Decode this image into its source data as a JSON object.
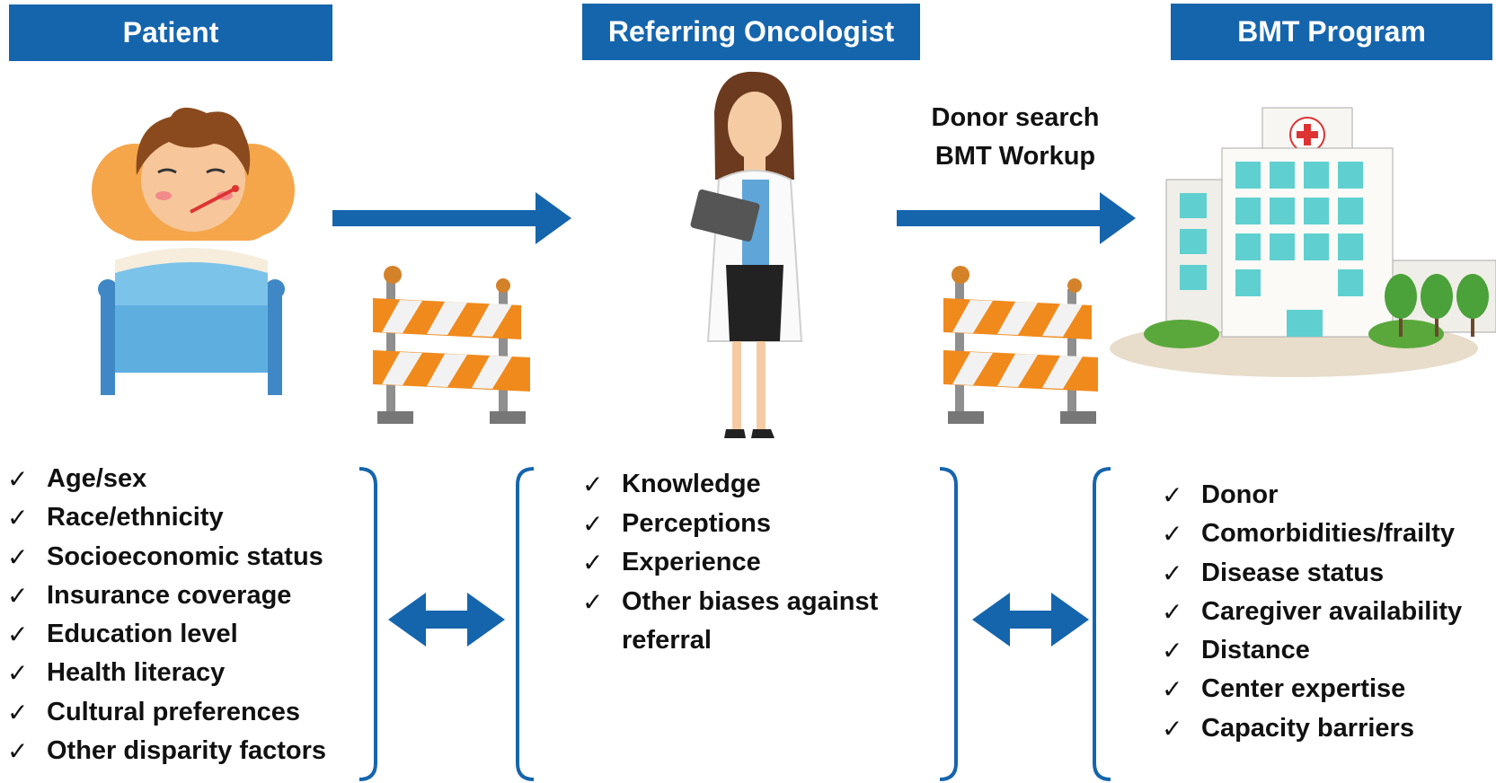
{
  "headers": {
    "patient": "Patient",
    "oncologist": "Referring Oncologist",
    "bmt": "BMT Program"
  },
  "flow_label": [
    "Donor search",
    "BMT Workup"
  ],
  "patient_factors": [
    "Age/sex",
    "Race/ethnicity",
    "Socioeconomic status",
    "Insurance coverage",
    "Education level",
    "Health literacy",
    "Cultural preferences",
    "Other disparity factors"
  ],
  "oncologist_factors": [
    "Knowledge",
    "Perceptions",
    "Experience",
    "Other biases against referral"
  ],
  "bmt_factors": [
    "Donor",
    "Comorbidities/frailty",
    "Disease status",
    "Caregiver availability",
    "Distance",
    "Center expertise",
    "Capacity barriers"
  ],
  "check_glyph": "✓",
  "colors": {
    "header_bg": "#1565ad",
    "arrow": "#1565ad",
    "barricade_orange": "#f08a1c"
  },
  "icons": [
    "sick-patient-in-bed",
    "oncologist-doctor",
    "hospital-building",
    "road-barricade",
    "right-arrow",
    "double-arrow",
    "bracket"
  ]
}
